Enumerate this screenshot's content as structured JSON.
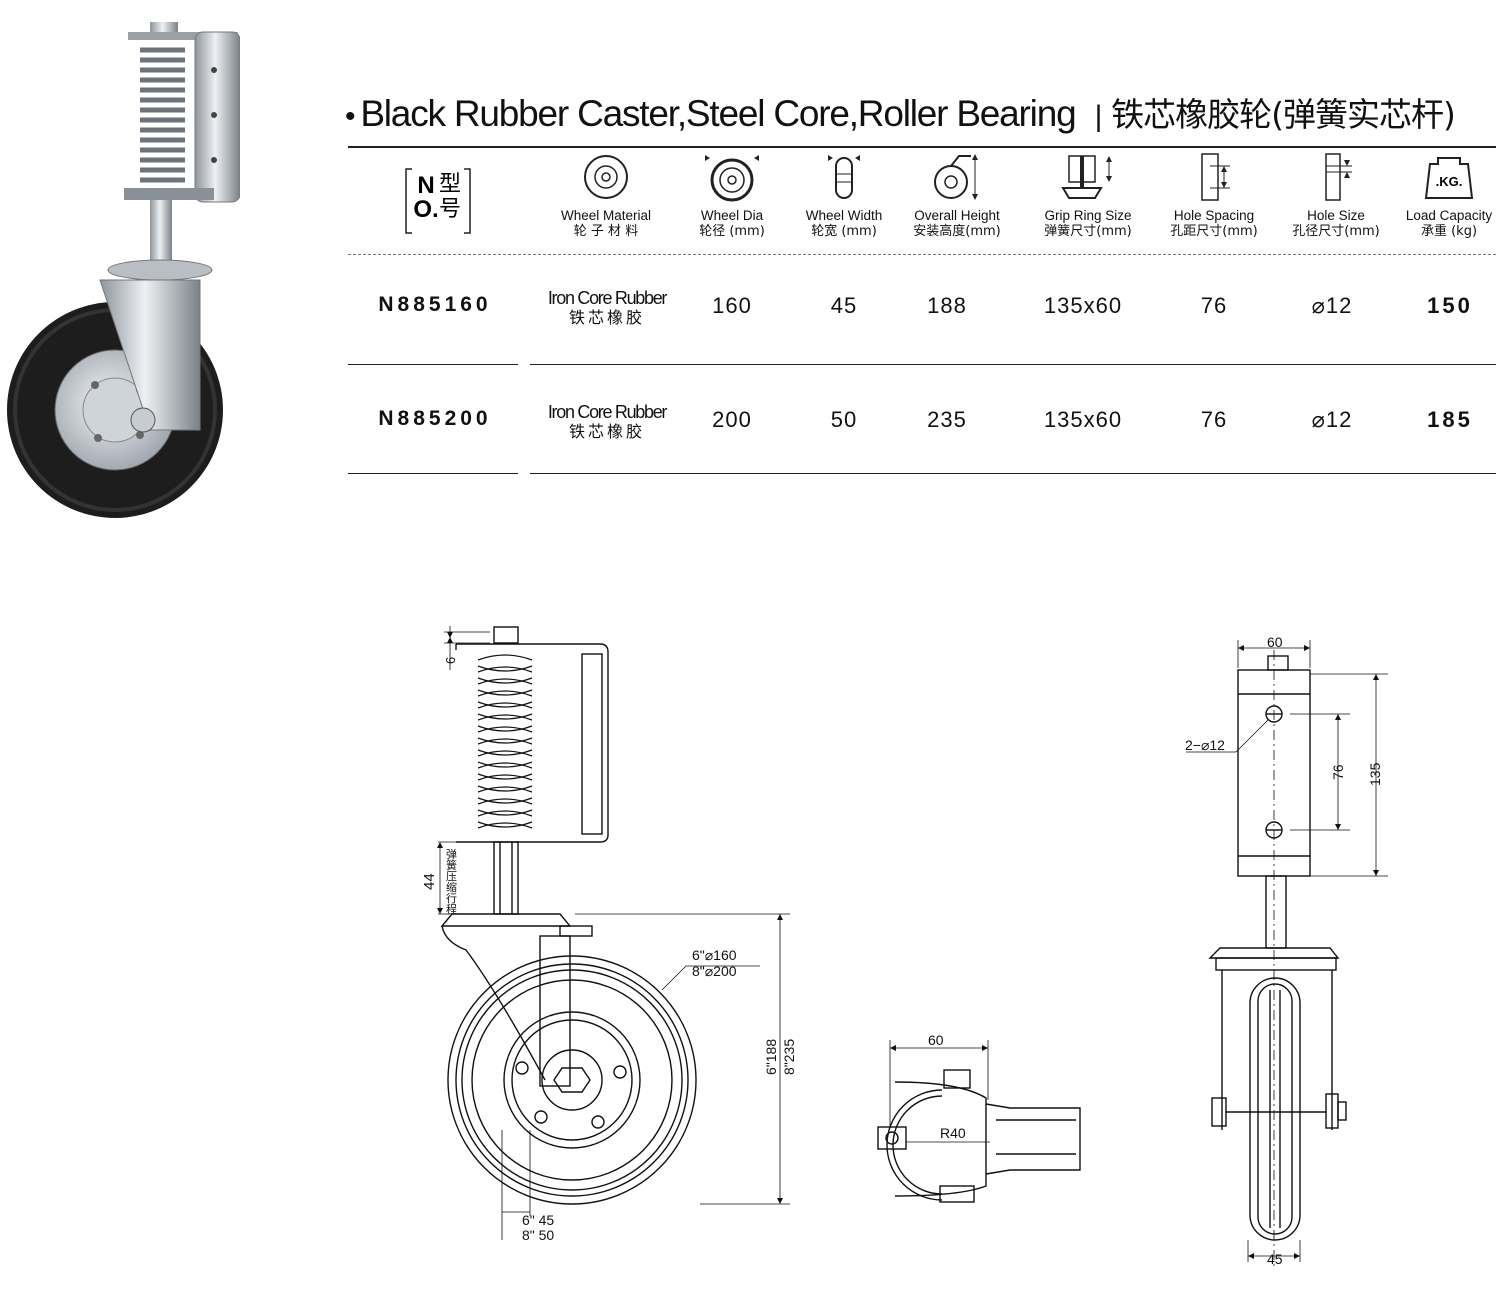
{
  "title": {
    "english": "Black Rubber Caster,Steel Core,Roller Bearing",
    "separator": "|",
    "chinese": "铁芯橡胶轮(弹簧实芯杆)"
  },
  "columns": [
    {
      "en": "",
      "zh": ""
    },
    {
      "en": "Wheel Material",
      "zh": "轮 子 材 料"
    },
    {
      "en": "Wheel Dia",
      "zh": "轮径 (mm)"
    },
    {
      "en": "Wheel Width",
      "zh": "轮宽 (mm)"
    },
    {
      "en": "Overall Height",
      "zh": "安装高度(mm)"
    },
    {
      "en": "Grip Ring Size",
      "zh": "弹簧尺寸(mm)"
    },
    {
      "en": "Hole Spacing",
      "zh": "孔距尺寸(mm)"
    },
    {
      "en": "Hole Size",
      "zh": "孔径尺寸(mm)"
    },
    {
      "en": "Load Capacity",
      "zh": "承重 (kg)"
    }
  ],
  "no_icon": {
    "no": "NO.",
    "xing": "型",
    "hao": "号"
  },
  "load_icon_text": ".KG.",
  "rows": [
    {
      "model": "N885160",
      "material_en": "Iron Core Rubber",
      "material_zh": "铁芯橡胶",
      "dia": "160",
      "width": "45",
      "height": "188",
      "grip": "135x60",
      "spacing": "76",
      "hole": "⌀12",
      "load": "150"
    },
    {
      "model": "N885200",
      "material_en": "Iron Core Rubber",
      "material_zh": "铁芯橡胶",
      "dia": "200",
      "width": "50",
      "height": "235",
      "grip": "135x60",
      "spacing": "76",
      "hole": "⌀12",
      "load": "185"
    }
  ],
  "drawing": {
    "d6": "6",
    "d44": "44",
    "spring_travel": [
      "弹",
      "簧",
      "压",
      "缩",
      "行",
      "程"
    ],
    "dia_6": "6\"⌀160",
    "dia_8": "8\"⌀200",
    "h_6": "6\"188",
    "h_8": "8\"235",
    "w_6": "6\" 45",
    "w_8": "8\" 50",
    "top60": "60",
    "r40": "R40",
    "side60": "60",
    "holes": "2−⌀12",
    "d76": "76",
    "d135": "135",
    "d45": "45"
  }
}
